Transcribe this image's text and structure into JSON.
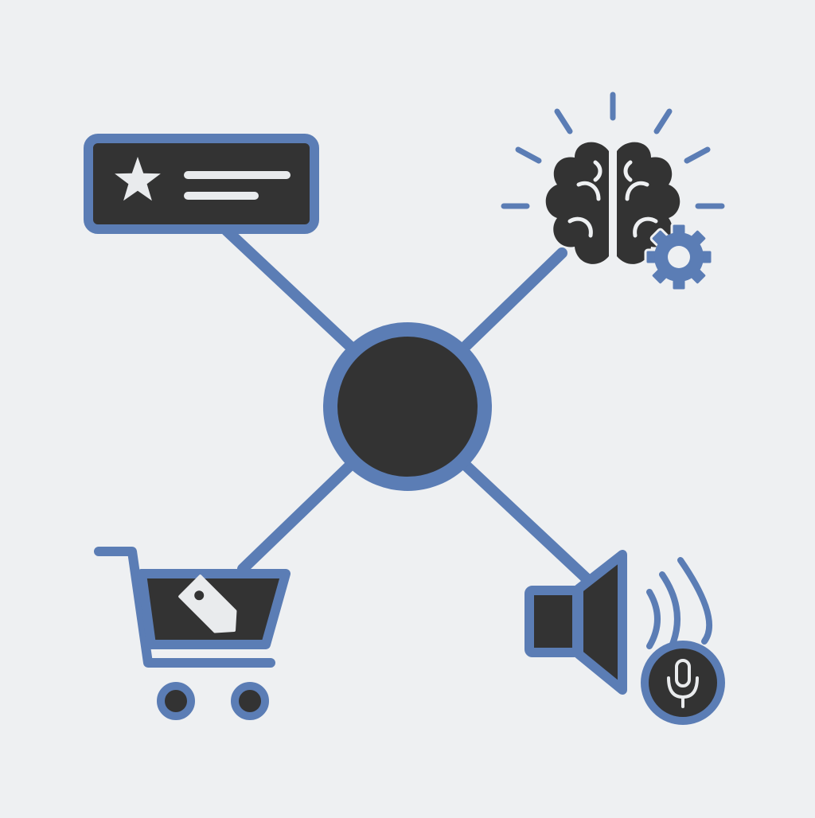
{
  "background_color": "#eef0f2",
  "colors": {
    "accent": "#5b7db5",
    "dark": "#333333",
    "light": "#e9ebed"
  },
  "nodes": [
    {
      "id": "hub",
      "icon": "hub-circle-icon"
    },
    {
      "id": "review",
      "icon": "star-review-card-icon"
    },
    {
      "id": "ai",
      "icon": "brain-gear-icon"
    },
    {
      "id": "shopping",
      "icon": "shopping-cart-tag-icon"
    },
    {
      "id": "voice",
      "icon": "speaker-microphone-icon"
    }
  ],
  "edges": [
    {
      "from": "hub",
      "to": "review"
    },
    {
      "from": "hub",
      "to": "ai"
    },
    {
      "from": "hub",
      "to": "shopping"
    },
    {
      "from": "hub",
      "to": "voice"
    }
  ]
}
